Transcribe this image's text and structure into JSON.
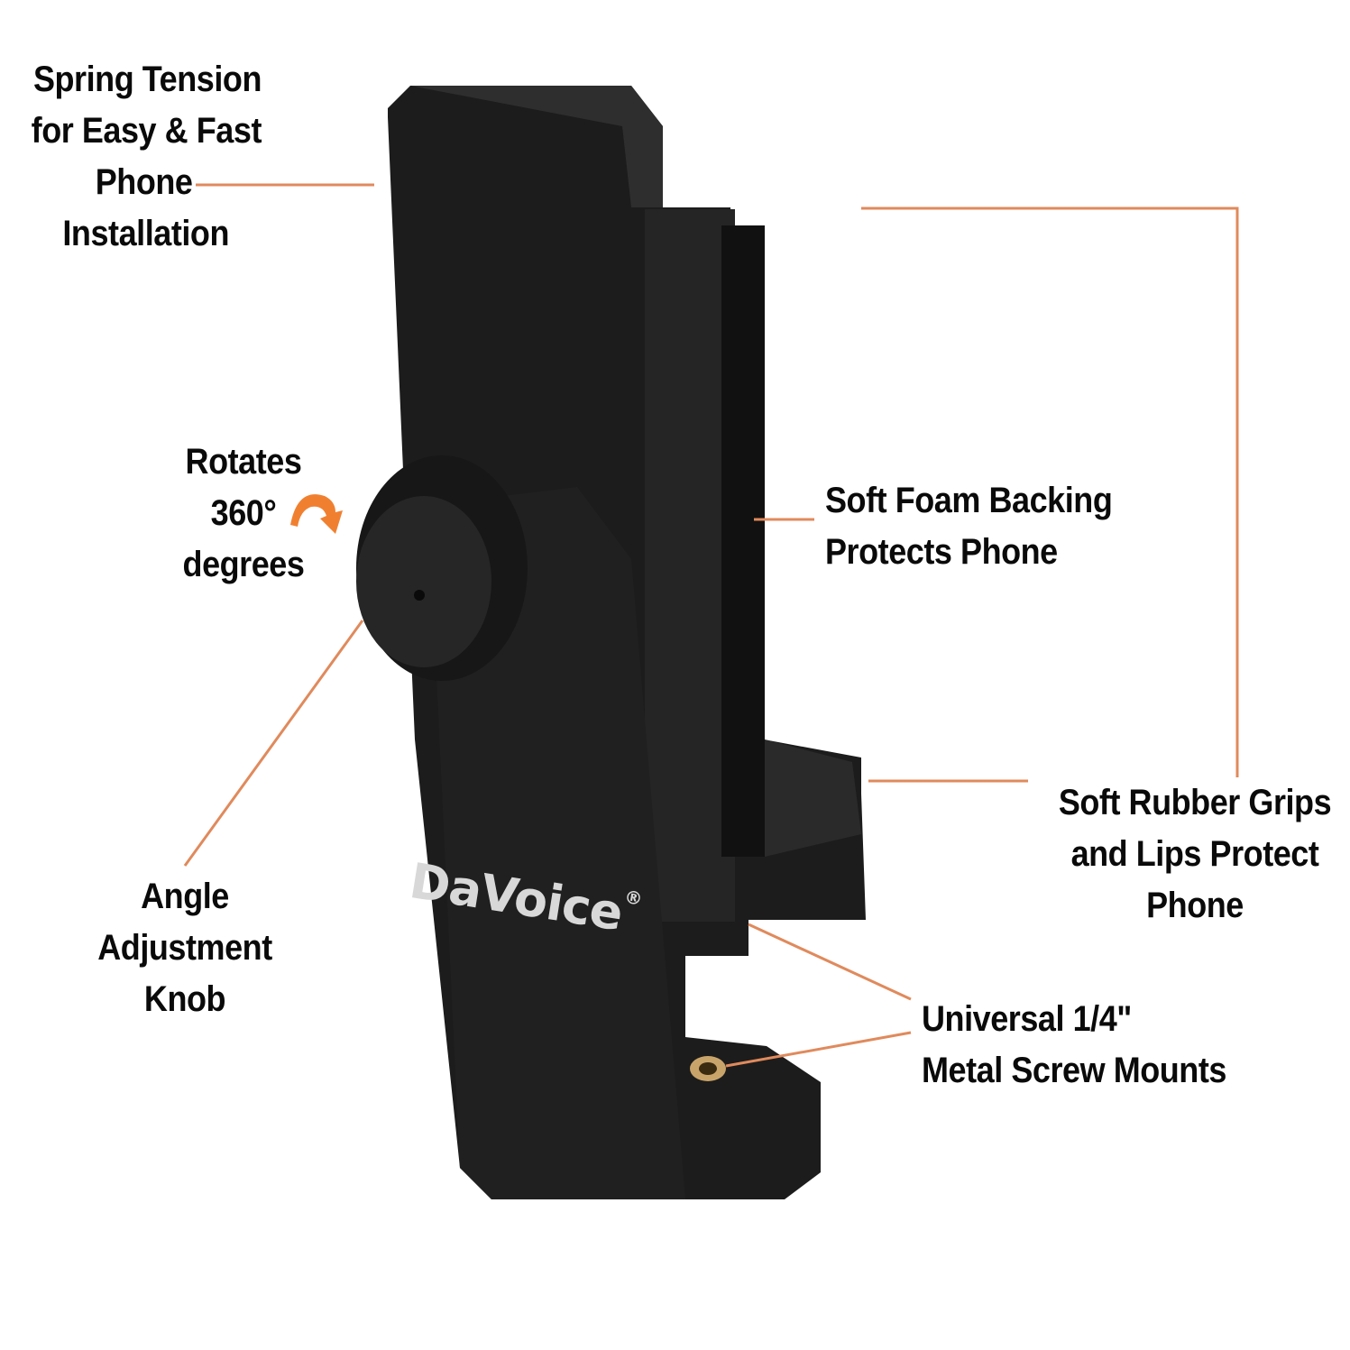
{
  "callouts": {
    "spring": {
      "lines": [
        "Spring Tension",
        "for Easy & Fast",
        "Phone",
        "Installation"
      ]
    },
    "rotate": {
      "lines": [
        "Rotates",
        "360°",
        "degrees"
      ]
    },
    "knob": {
      "lines": [
        "Angle",
        "Adjustment",
        "Knob"
      ]
    },
    "foam": {
      "lines": [
        "Soft Foam Backing",
        "Protects Phone"
      ]
    },
    "grips": {
      "lines": [
        "Soft Rubber Grips",
        "and Lips Protect",
        "Phone"
      ]
    },
    "mount": {
      "lines": [
        "Universal 1/4\"",
        "Metal Screw Mounts"
      ]
    }
  },
  "product": {
    "brand": "DaVoice",
    "registered": "®"
  },
  "colors": {
    "leader_line": "#e08a5c",
    "arrow": "#f08030",
    "body": "#1c1c1c",
    "text": "#0a0a0a"
  }
}
